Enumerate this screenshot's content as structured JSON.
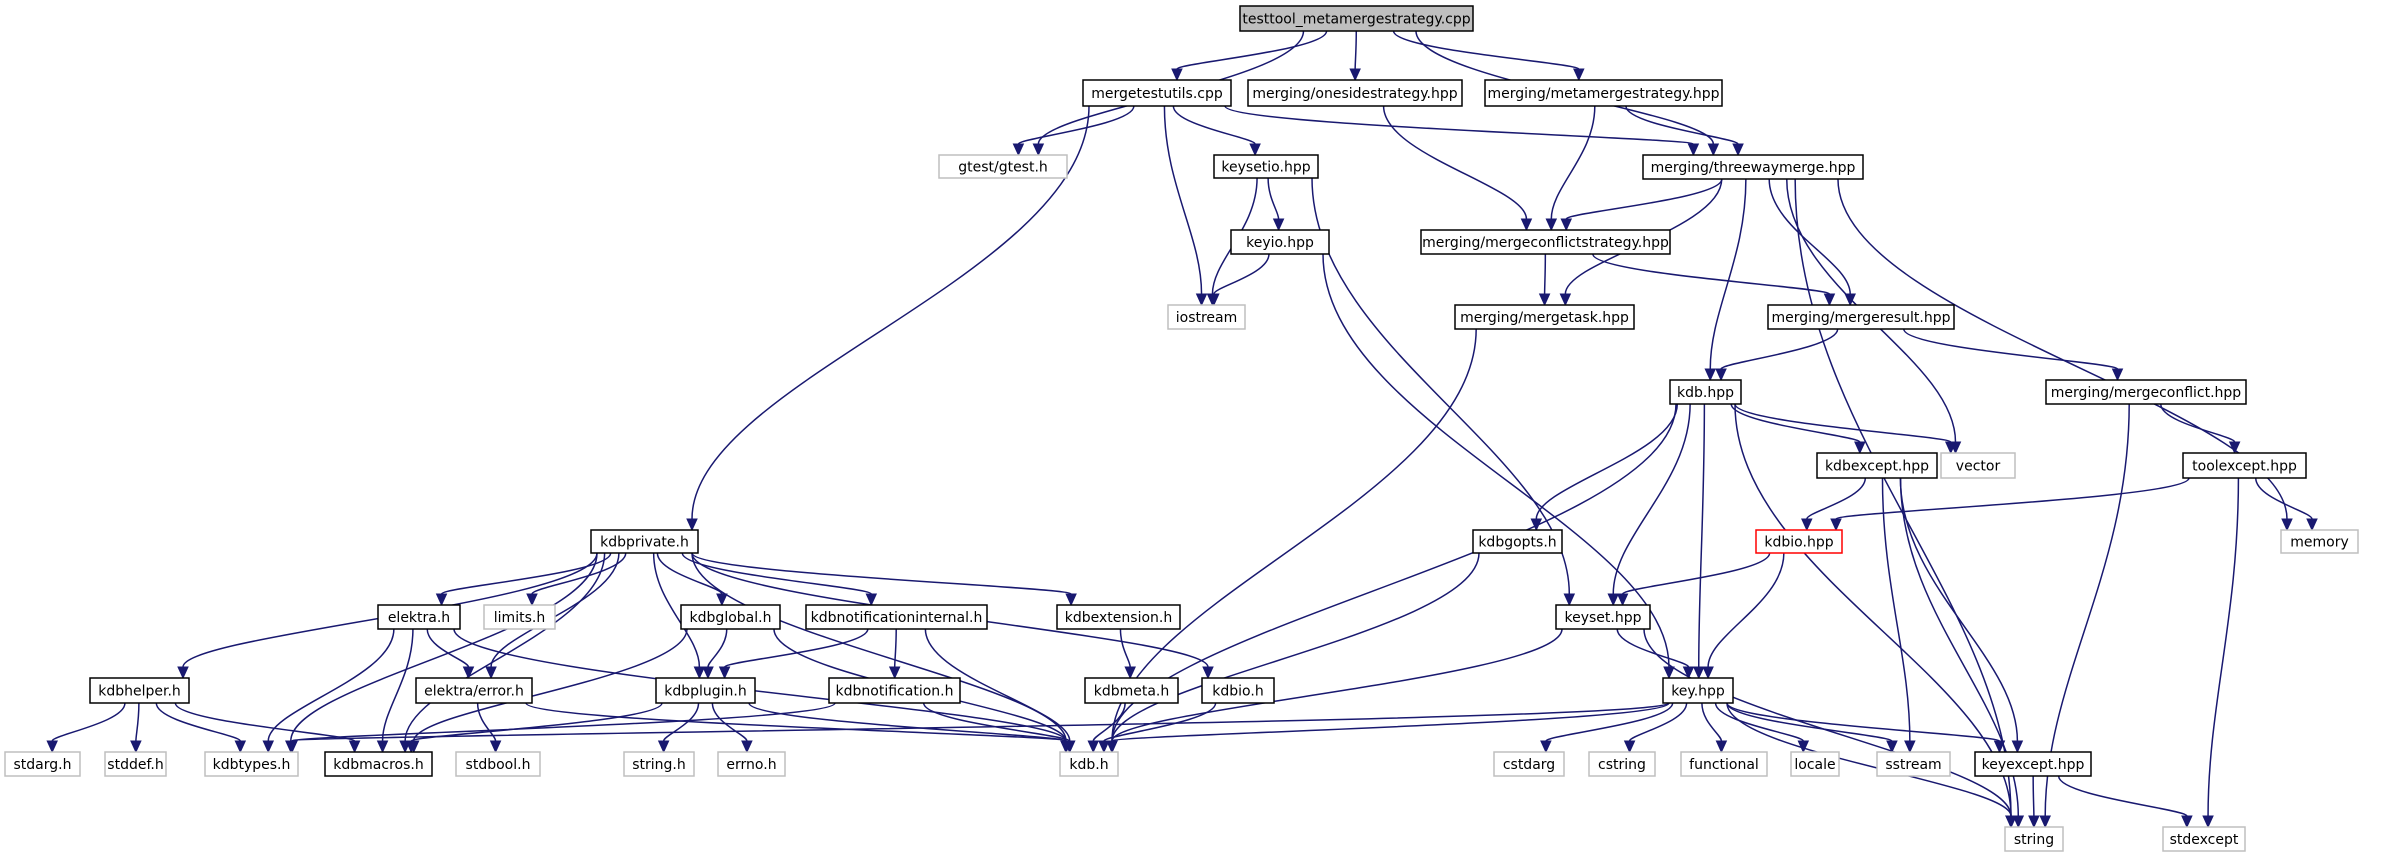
{
  "title": "testtool_metamergestrategy.cpp include dependency graph",
  "colors": {
    "edge": "#191970",
    "root_fill": "#bfbfbf",
    "documented_border": "#000000",
    "external_border": "#bfbfbf",
    "truncated_border": "#ff0000"
  },
  "nodes": [
    {
      "id": "root",
      "label": "testtool_metamergestrategy.cpp",
      "kind": "root"
    },
    {
      "id": "mtu",
      "label": "mergetestutils.cpp",
      "kind": "doc"
    },
    {
      "id": "oss",
      "label": "merging/onesidestrategy.hpp",
      "kind": "doc"
    },
    {
      "id": "mms",
      "label": "merging/metamergestrategy.hpp",
      "kind": "doc"
    },
    {
      "id": "gtest",
      "label": "gtest/gtest.h",
      "kind": "ext"
    },
    {
      "id": "ksio",
      "label": "keysetio.hpp",
      "kind": "doc"
    },
    {
      "id": "twm",
      "label": "merging/threewaymerge.hpp",
      "kind": "doc"
    },
    {
      "id": "kio",
      "label": "keyio.hpp",
      "kind": "doc"
    },
    {
      "id": "mcs",
      "label": "merging/mergeconflictstrategy.hpp",
      "kind": "doc"
    },
    {
      "id": "iostream",
      "label": "iostream",
      "kind": "ext"
    },
    {
      "id": "mtask",
      "label": "merging/mergetask.hpp",
      "kind": "doc"
    },
    {
      "id": "mres",
      "label": "merging/mergeresult.hpp",
      "kind": "doc"
    },
    {
      "id": "kdbhpp",
      "label": "kdb.hpp",
      "kind": "doc"
    },
    {
      "id": "mconf",
      "label": "merging/mergeconflict.hpp",
      "kind": "doc"
    },
    {
      "id": "kdbexc",
      "label": "kdbexcept.hpp",
      "kind": "doc"
    },
    {
      "id": "vector",
      "label": "vector",
      "kind": "ext"
    },
    {
      "id": "toolexc",
      "label": "toolexcept.hpp",
      "kind": "doc"
    },
    {
      "id": "kdbpriv",
      "label": "kdbprivate.h",
      "kind": "doc"
    },
    {
      "id": "kdbgopts",
      "label": "kdbgopts.h",
      "kind": "doc"
    },
    {
      "id": "kdbiohpp",
      "label": "kdbio.hpp",
      "kind": "red"
    },
    {
      "id": "memory",
      "label": "memory",
      "kind": "ext"
    },
    {
      "id": "elektra",
      "label": "elektra.h",
      "kind": "doc"
    },
    {
      "id": "limits",
      "label": "limits.h",
      "kind": "ext"
    },
    {
      "id": "kdbglobal",
      "label": "kdbglobal.h",
      "kind": "doc"
    },
    {
      "id": "kdbni",
      "label": "kdbnotificationinternal.h",
      "kind": "doc"
    },
    {
      "id": "kdbext",
      "label": "kdbextension.h",
      "kind": "doc"
    },
    {
      "id": "keyset",
      "label": "keyset.hpp",
      "kind": "doc"
    },
    {
      "id": "kdbhelper",
      "label": "kdbhelper.h",
      "kind": "doc"
    },
    {
      "id": "eerror",
      "label": "elektra/error.h",
      "kind": "doc"
    },
    {
      "id": "kdbplugin",
      "label": "kdbplugin.h",
      "kind": "doc"
    },
    {
      "id": "kdbnotif",
      "label": "kdbnotification.h",
      "kind": "doc"
    },
    {
      "id": "kdbmeta",
      "label": "kdbmeta.h",
      "kind": "doc"
    },
    {
      "id": "kdbioh",
      "label": "kdbio.h",
      "kind": "doc"
    },
    {
      "id": "keyhpp",
      "label": "key.hpp",
      "kind": "doc"
    },
    {
      "id": "stdarg",
      "label": "stdarg.h",
      "kind": "ext"
    },
    {
      "id": "stddef",
      "label": "stddef.h",
      "kind": "ext"
    },
    {
      "id": "kdbtypes",
      "label": "kdbtypes.h",
      "kind": "ext"
    },
    {
      "id": "kdbmacros",
      "label": "kdbmacros.h",
      "kind": "doc"
    },
    {
      "id": "stdbool",
      "label": "stdbool.h",
      "kind": "ext"
    },
    {
      "id": "stringh",
      "label": "string.h",
      "kind": "ext"
    },
    {
      "id": "errno",
      "label": "errno.h",
      "kind": "ext"
    },
    {
      "id": "kdbh",
      "label": "kdb.h",
      "kind": "ext"
    },
    {
      "id": "cstdarg",
      "label": "cstdarg",
      "kind": "ext"
    },
    {
      "id": "cstring",
      "label": "cstring",
      "kind": "ext"
    },
    {
      "id": "functional",
      "label": "functional",
      "kind": "ext"
    },
    {
      "id": "locale",
      "label": "locale",
      "kind": "ext"
    },
    {
      "id": "sstream",
      "label": "sstream",
      "kind": "ext"
    },
    {
      "id": "keyexc",
      "label": "keyexcept.hpp",
      "kind": "doc"
    },
    {
      "id": "string",
      "label": "string",
      "kind": "ext"
    },
    {
      "id": "stdexcept",
      "label": "stdexcept",
      "kind": "ext"
    }
  ],
  "edges": [
    [
      "root",
      "gtest"
    ],
    [
      "root",
      "mtu"
    ],
    [
      "root",
      "oss"
    ],
    [
      "root",
      "mms"
    ],
    [
      "root",
      "twm"
    ],
    [
      "mtu",
      "gtest"
    ],
    [
      "mtu",
      "ksio"
    ],
    [
      "mtu",
      "iostream"
    ],
    [
      "mtu",
      "kdbpriv"
    ],
    [
      "mtu",
      "twm"
    ],
    [
      "oss",
      "mcs"
    ],
    [
      "mms",
      "mcs"
    ],
    [
      "mms",
      "twm"
    ],
    [
      "ksio",
      "kio"
    ],
    [
      "ksio",
      "iostream"
    ],
    [
      "ksio",
      "keyset"
    ],
    [
      "kio",
      "iostream"
    ],
    [
      "kio",
      "keyhpp"
    ],
    [
      "twm",
      "mcs"
    ],
    [
      "twm",
      "mtask"
    ],
    [
      "twm",
      "mres"
    ],
    [
      "twm",
      "kdbhpp"
    ],
    [
      "twm",
      "vector"
    ],
    [
      "twm",
      "memory"
    ],
    [
      "twm",
      "string"
    ],
    [
      "mcs",
      "mtask"
    ],
    [
      "mcs",
      "mres"
    ],
    [
      "mtask",
      "kdbh"
    ],
    [
      "mres",
      "kdbhpp"
    ],
    [
      "mres",
      "mconf"
    ],
    [
      "mconf",
      "toolexc"
    ],
    [
      "mconf",
      "string"
    ],
    [
      "toolexc",
      "kdbiohpp"
    ],
    [
      "toolexc",
      "memory"
    ],
    [
      "toolexc",
      "stdexcept"
    ],
    [
      "kdbhpp",
      "kdbexc"
    ],
    [
      "kdbhpp",
      "vector"
    ],
    [
      "kdbhpp",
      "kdbgopts"
    ],
    [
      "kdbhpp",
      "keyset"
    ],
    [
      "kdbhpp",
      "keyhpp"
    ],
    [
      "kdbhpp",
      "kdbh"
    ],
    [
      "kdbhpp",
      "string"
    ],
    [
      "kdbexc",
      "kdbiohpp"
    ],
    [
      "kdbexc",
      "keyexc"
    ],
    [
      "kdbexc",
      "sstream"
    ],
    [
      "kdbexc",
      "string"
    ],
    [
      "kdbiohpp",
      "keyset"
    ],
    [
      "kdbiohpp",
      "keyhpp"
    ],
    [
      "kdbgopts",
      "kdbh"
    ],
    [
      "keyset",
      "keyhpp"
    ],
    [
      "keyset",
      "kdbh"
    ],
    [
      "keyset",
      "string"
    ],
    [
      "keyhpp",
      "kdbh"
    ],
    [
      "keyhpp",
      "cstdarg"
    ],
    [
      "keyhpp",
      "cstring"
    ],
    [
      "keyhpp",
      "functional"
    ],
    [
      "keyhpp",
      "locale"
    ],
    [
      "keyhpp",
      "sstream"
    ],
    [
      "keyhpp",
      "keyexc"
    ],
    [
      "keyhpp",
      "string"
    ],
    [
      "keyhpp",
      "kdbtypes"
    ],
    [
      "keyexc",
      "string"
    ],
    [
      "keyexc",
      "stdexcept"
    ],
    [
      "kdbpriv",
      "kdbhelper"
    ],
    [
      "kdbpriv",
      "kdbtypes"
    ],
    [
      "kdbpriv",
      "kdbmacros"
    ],
    [
      "kdbpriv",
      "elektra"
    ],
    [
      "kdbpriv",
      "limits"
    ],
    [
      "kdbpriv",
      "eerror"
    ],
    [
      "kdbpriv",
      "kdbplugin"
    ],
    [
      "kdbpriv",
      "kdbglobal"
    ],
    [
      "kdbpriv",
      "kdbni"
    ],
    [
      "kdbpriv",
      "kdbext"
    ],
    [
      "kdbpriv",
      "kdbioh"
    ],
    [
      "kdbpriv",
      "kdbh"
    ],
    [
      "elektra",
      "kdbtypes"
    ],
    [
      "elektra",
      "kdbmacros"
    ],
    [
      "elektra",
      "eerror"
    ],
    [
      "elektra",
      "kdbh"
    ],
    [
      "eerror",
      "stdbool"
    ],
    [
      "eerror",
      "kdbh"
    ],
    [
      "kdbglobal",
      "kdbplugin"
    ],
    [
      "kdbglobal",
      "kdbmacros"
    ],
    [
      "kdbglobal",
      "kdbh"
    ],
    [
      "kdbni",
      "kdbplugin"
    ],
    [
      "kdbni",
      "kdbnotif"
    ],
    [
      "kdbni",
      "kdbh"
    ],
    [
      "kdbnotif",
      "kdbtypes"
    ],
    [
      "kdbnotif",
      "kdbh"
    ],
    [
      "kdbext",
      "kdbmeta"
    ],
    [
      "kdbmeta",
      "kdbh"
    ],
    [
      "kdbioh",
      "kdbh"
    ],
    [
      "kdbplugin",
      "kdbmacros"
    ],
    [
      "kdbplugin",
      "stringh"
    ],
    [
      "kdbplugin",
      "errno"
    ],
    [
      "kdbplugin",
      "kdbh"
    ],
    [
      "kdbhelper",
      "stdarg"
    ],
    [
      "kdbhelper",
      "stddef"
    ],
    [
      "kdbhelper",
      "kdbtypes"
    ],
    [
      "kdbhelper",
      "kdbmacros"
    ]
  ]
}
